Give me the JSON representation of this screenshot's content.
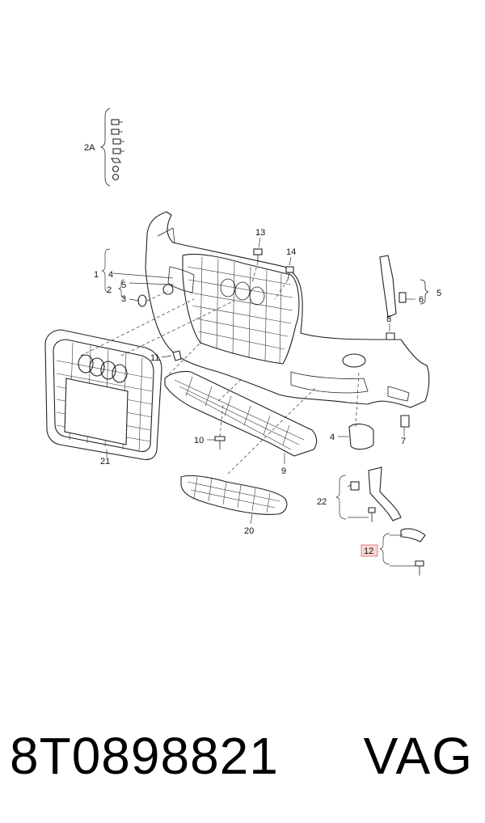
{
  "diagram": {
    "callouts": {
      "c1": "1",
      "c2": "2",
      "c2a": "2A",
      "c3": "3",
      "c4": "4",
      "c4b": "4",
      "c5": "5",
      "c5b": "5",
      "c6": "6",
      "c7": "7",
      "c8": "8",
      "c9": "9",
      "c10": "10",
      "c11": "11",
      "c12": "12",
      "c13": "13",
      "c14": "14",
      "c20": "20",
      "c21": "21",
      "c22": "22"
    }
  },
  "footer": {
    "part_number": "8T0898821",
    "brand": "VAG"
  }
}
